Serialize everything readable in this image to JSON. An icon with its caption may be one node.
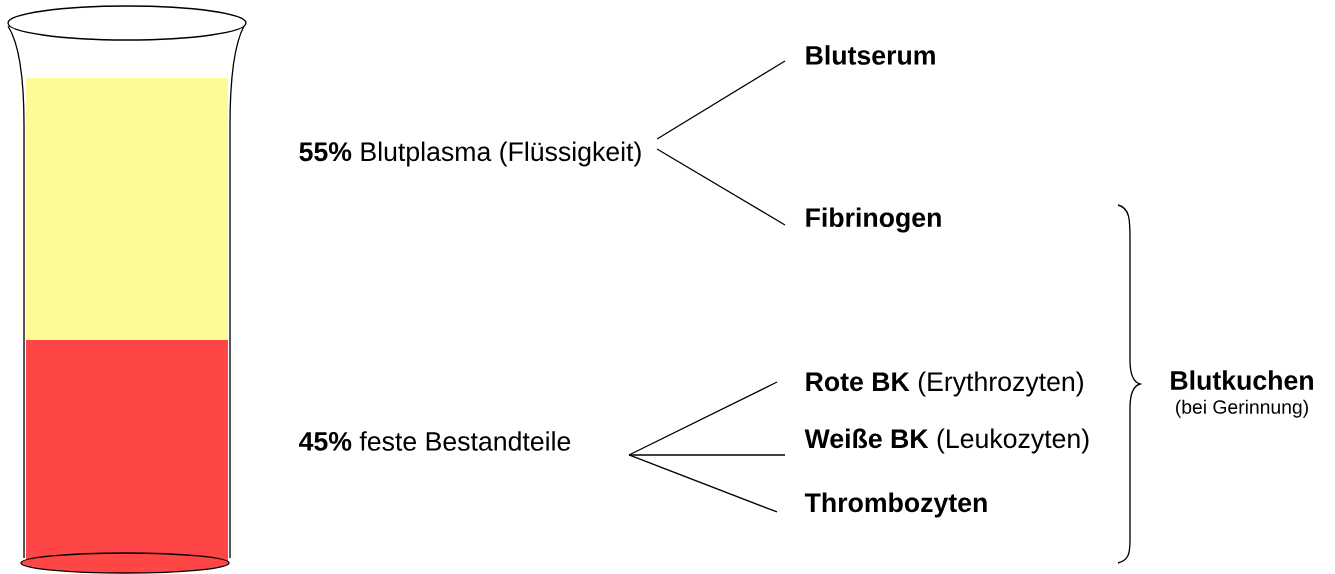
{
  "diagram": {
    "nodes": [
      {
        "text": [
          "**55%** Blutplasma (Flüssigkeit)"
        ]
      },
      {
        "text": [
          "Blutserum"
        ]
      },
      {
        "text": [
          "Fibrinogen"
        ]
      },
      {
        "text": [
          "**45%** feste Bestandteile"
        ]
      },
      {
        "text": [
          "**Rote BK** (Erythrozyten)"
        ]
      },
      {
        "text": [
          "**Weiße BK** (Leukozyten)"
        ]
      },
      {
        "text": [
          "Thrombozyten"
        ]
      },
      {
        "text": [
          "Blutkuchen",
          "(bei Gerinnung)"
        ]
      }
    ],
    "edges": [
      {
        "from": 0,
        "to": 1,
        "arrow": "none"
      },
      {
        "from": 0,
        "to": 2,
        "arrow": "none"
      },
      {
        "from": 3,
        "to": 4,
        "arrow": "none"
      },
      {
        "from": 3,
        "to": 5,
        "arrow": "none"
      },
      {
        "from": 3,
        "to": 6,
        "arrow": "none"
      }
    ]
  }
}
